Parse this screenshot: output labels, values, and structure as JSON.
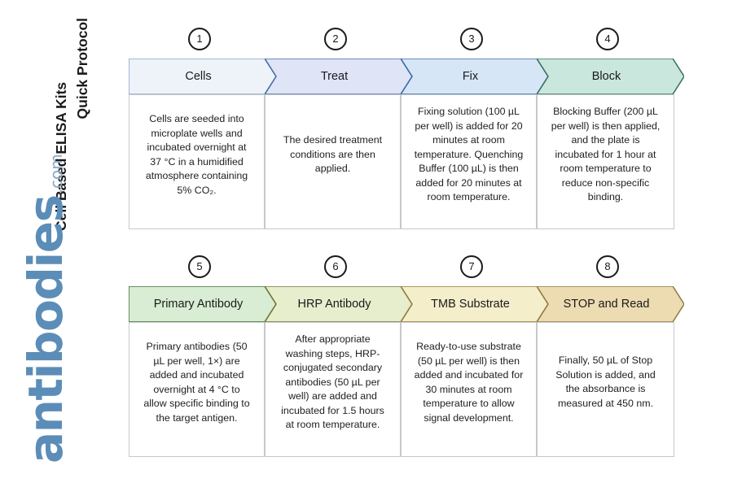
{
  "title": {
    "line1": "Cell Based ELISA Kits",
    "line2": "Quick Protocol"
  },
  "logo": {
    "word": "antibodies",
    "tld": ".com",
    "color": "#5b8db8"
  },
  "rows": [
    {
      "id": "row-1",
      "steps": [
        {
          "number": "1",
          "label": "Cells",
          "fill": "#eef3fa",
          "stroke": "#8fa8c8",
          "text": "Cells are seeded into microplate wells and incubated overnight at 37 °C in a humidified atmosphere containing 5% CO₂."
        },
        {
          "number": "2",
          "label": "Treat",
          "fill": "#dfe4f7",
          "stroke": "#4a6fa8",
          "text": "The desired treatment conditions are then applied."
        },
        {
          "number": "3",
          "label": "Fix",
          "fill": "#d7e6f7",
          "stroke": "#3d6ea8",
          "text": "Fixing solution (100 µL per well) is added for 20 minutes at room temperature. Quenching Buffer (100 µL) is then added for 20 minutes at room temperature."
        },
        {
          "number": "4",
          "label": "Block",
          "fill": "#c9e7dd",
          "stroke": "#3e7266",
          "text": "Blocking Buffer (200 µL per well) is then applied, and the plate is incubated for 1 hour at room temperature to reduce non-specific binding."
        }
      ]
    },
    {
      "id": "row-2",
      "steps": [
        {
          "number": "5",
          "label": "Primary Antibody",
          "fill": "#d8edd3",
          "stroke": "#47733a",
          "text": "Primary antibodies (50 µL per well, 1×) are added and incubated overnight at 4 °C to allow specific binding to the target antigen."
        },
        {
          "number": "6",
          "label": "HRP Antibody",
          "fill": "#e7eecd",
          "stroke": "#6f7c37",
          "text": "After appropriate washing steps, HRP-conjugated secondary antibodies (50 µL per well) are added and incubated for 1.5 hours at room temperature."
        },
        {
          "number": "7",
          "label": "TMB Substrate",
          "fill": "#f5eecb",
          "stroke": "#96803a",
          "text": "Ready-to-use substrate (50 µL per well) is then added and incubated for 30 minutes at room temperature to allow signal development."
        },
        {
          "number": "8",
          "label": "STOP and Read",
          "fill": "#eddcb2",
          "stroke": "#937f44",
          "text": "Finally, 50 µL of Stop Solution is added, and the absorbance is measured at 450 nm."
        }
      ]
    }
  ],
  "layout": {
    "box_border_color": "#c6c8cc",
    "badge_border_color": "#1a1a1a"
  }
}
